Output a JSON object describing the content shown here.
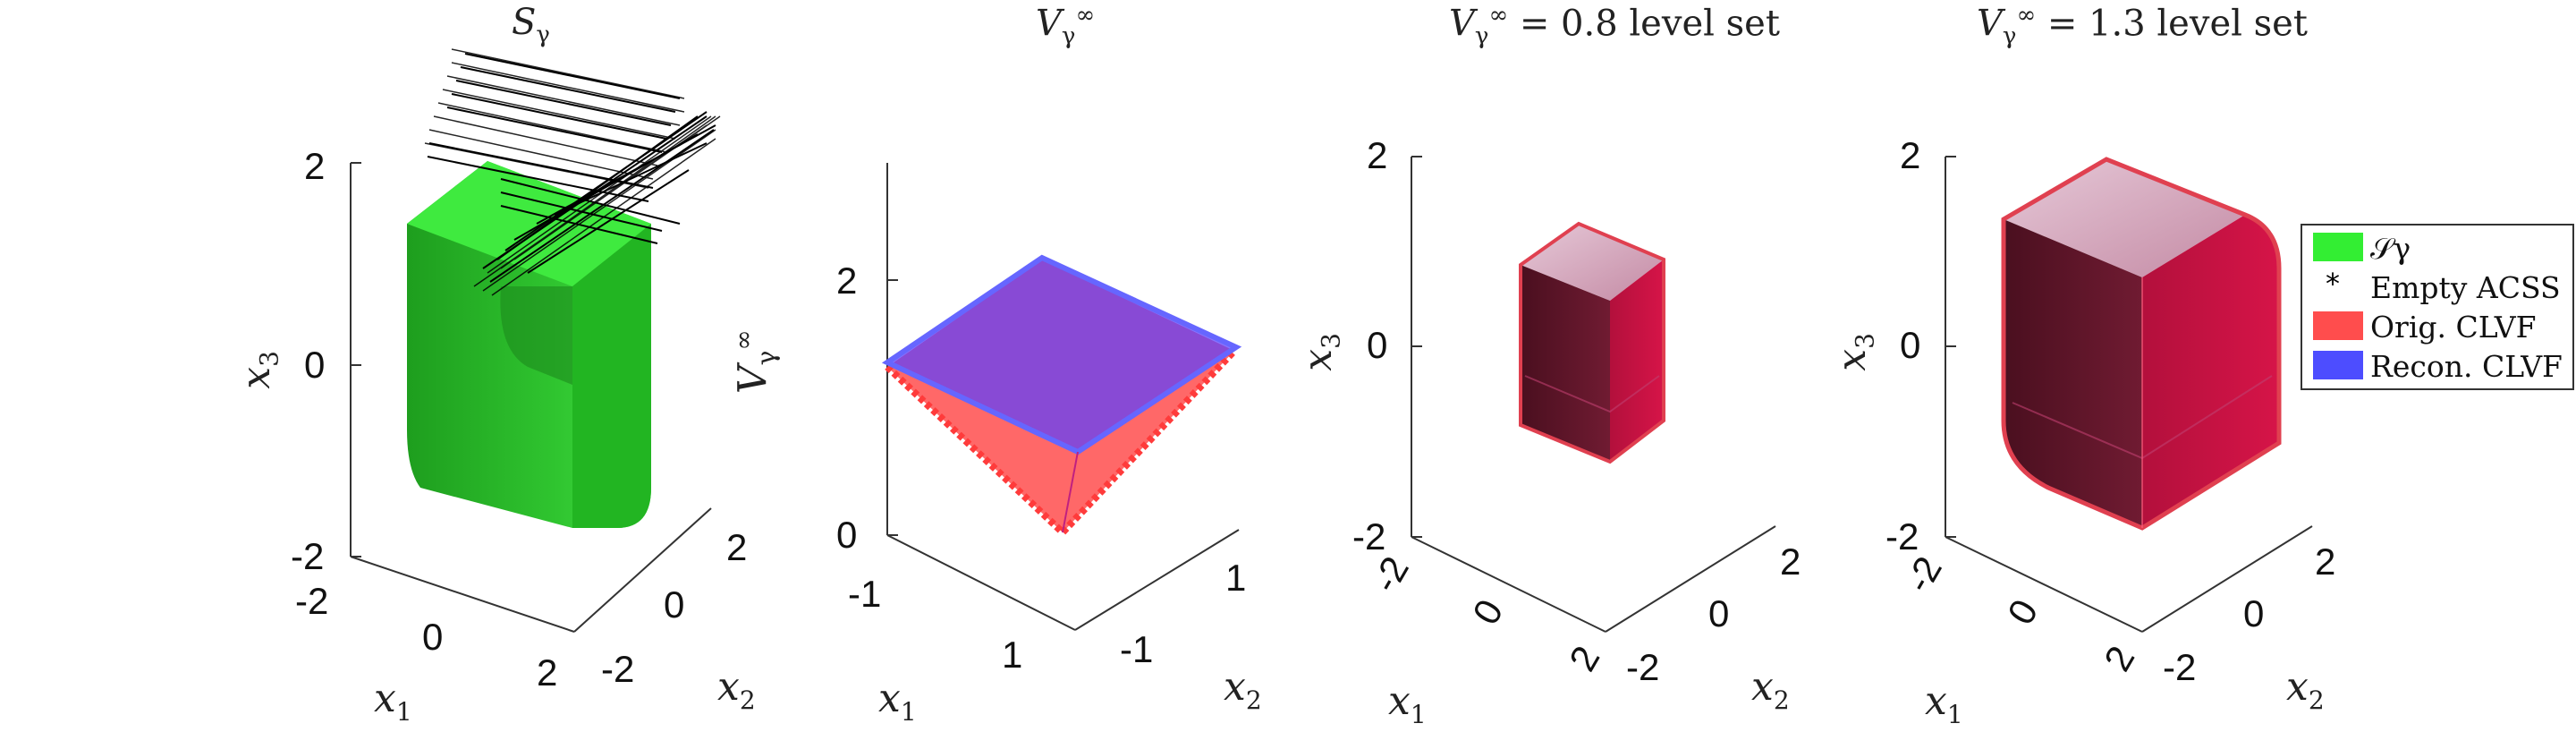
{
  "panels": [
    {
      "title": "S_γ",
      "ticks_z": [
        "2",
        "0",
        "-2"
      ],
      "ticks_x1": [
        "-2",
        "0",
        "2"
      ],
      "ticks_x2": [
        "2",
        "0",
        "-2"
      ],
      "xlabel": "x",
      "xlabel_sub": "1",
      "ylabel": "x",
      "ylabel_sub": "2",
      "zlabel": "x",
      "zlabel_sub": "3"
    },
    {
      "title": "V_γ^∞",
      "ticks_z": [
        "2",
        "0"
      ],
      "ticks_x1": [
        "-1",
        "1"
      ],
      "ticks_x2": [
        "1",
        "-1"
      ],
      "xlabel": "x",
      "xlabel_sub": "1",
      "ylabel": "x",
      "ylabel_sub": "2",
      "zlabel": "V",
      "zlabel_sub": "γ",
      "zlabel_sup": "∞"
    },
    {
      "title": "V_γ^∞ = 0.8 level set",
      "ticks_z": [
        "2",
        "0",
        "-2"
      ],
      "ticks_x1": [
        "-2",
        "0",
        "2"
      ],
      "ticks_x2": [
        "2",
        "0",
        "-2"
      ],
      "xlabel": "x",
      "xlabel_sub": "1",
      "ylabel": "x",
      "ylabel_sub": "2",
      "zlabel": "x",
      "zlabel_sub": "3"
    },
    {
      "title": "V_γ^∞ = 1.3 level set",
      "ticks_z": [
        "2",
        "0",
        "-2"
      ],
      "ticks_x1": [
        "-2",
        "0",
        "2"
      ],
      "ticks_x2": [
        "2",
        "0",
        "-2"
      ],
      "xlabel": "x",
      "xlabel_sub": "1",
      "ylabel": "x",
      "ylabel_sub": "2",
      "zlabel": "x",
      "zlabel_sub": "3"
    }
  ],
  "titles": {
    "p1": "S",
    "p1_sub": "γ",
    "p2": "V",
    "p2_sub": "γ",
    "p2_sup": "∞",
    "p3_main": "V",
    "p3_sub": "γ",
    "p3_sup": "∞",
    "p3_rest": " = 0.8 level set",
    "p4_main": "V",
    "p4_sub": "γ",
    "p4_sup": "∞",
    "p4_rest": " = 1.3 level set"
  },
  "legend": {
    "items": [
      {
        "label": "𝒮γ",
        "color": "#33ee33",
        "kind": "patch"
      },
      {
        "label": "Empty ACSS",
        "color": "#000000",
        "kind": "marker"
      },
      {
        "label": "Orig. CLVF",
        "color": "#ff4d4d",
        "kind": "patch"
      },
      {
        "label": "Recon. CLVF",
        "color": "#4d4dff",
        "kind": "patch"
      }
    ]
  },
  "colors": {
    "safe_set": "#33ee33",
    "orig_clvf": "#ff4d4d",
    "recon_clvf": "#4d4dff",
    "level_set": "#b0103a"
  }
}
